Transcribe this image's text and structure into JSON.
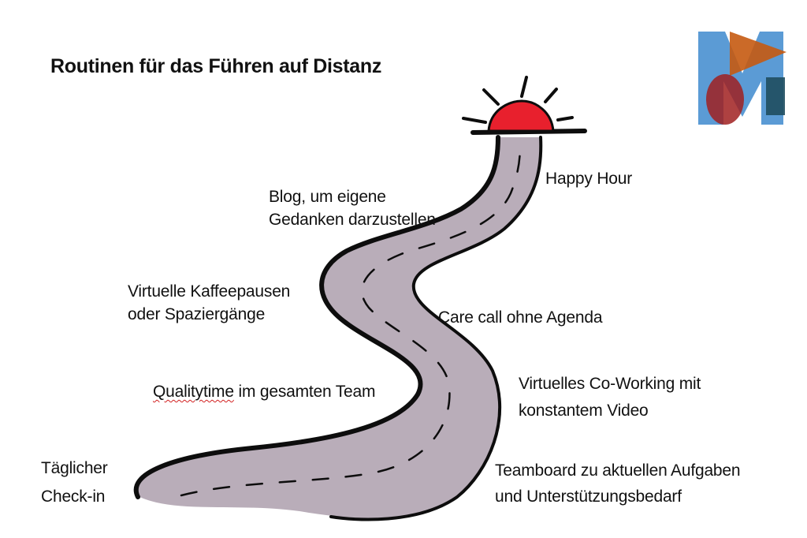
{
  "title": "Routinen für das Führen auf Distanz",
  "colors": {
    "road": "#b9adb9",
    "outline": "#0d0d0d",
    "siren": "#e8202d",
    "logo_blue": "#5b9bd5",
    "logo_orange": "#c55a11",
    "logo_red": "#a02020",
    "logo_teal": "#1f4e5f"
  },
  "icons": [
    "siren-light-icon",
    "logo-mark"
  ],
  "steps": [
    {
      "lines": [
        "Täglicher",
        "Check-in"
      ]
    },
    {
      "lines": [
        "Teamboard zu aktuellen Aufgaben",
        "und Unterstützungsbedarf"
      ]
    },
    {
      "lines": [
        "Virtuelles Co-Working mit",
        "konstantem Video"
      ]
    },
    {
      "prefix": "Qualitytime",
      "rest": " im gesamten Team"
    },
    {
      "lines": [
        "Care call ohne Agenda"
      ]
    },
    {
      "lines": [
        "Virtuelle Kaffeepausen",
        "oder Spaziergänge"
      ]
    },
    {
      "lines": [
        "Blog, um eigene",
        "Gedanken darzustellen"
      ]
    },
    {
      "lines": [
        "Happy Hour"
      ]
    }
  ]
}
